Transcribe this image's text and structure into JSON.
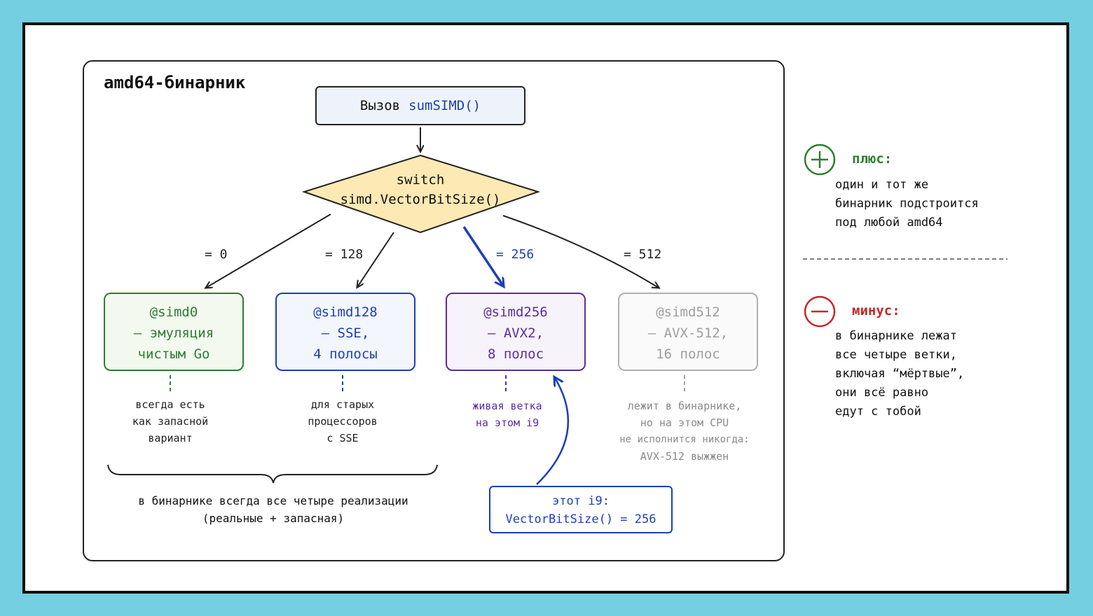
{
  "panel": {
    "title": "amd64-бинарник"
  },
  "call": {
    "prefix": "Вызов",
    "func": "sumSIMD()"
  },
  "switch": {
    "line1": "switch",
    "line2": "simd.VectorBitSize()"
  },
  "edges": [
    "= 0",
    "= 128",
    "= 256",
    "= 512"
  ],
  "nodes": [
    {
      "tag": "@simd0",
      "line2": "– эмуляция",
      "line3": "чистым Go",
      "color": "#2e7d32"
    },
    {
      "tag": "@simd128",
      "line2": "– SSE,",
      "line3": "4 полосы",
      "color": "#1d3fb8"
    },
    {
      "tag": "@simd256",
      "line2": "– AVX2,",
      "line3": "8 полос",
      "color": "#5b2ca0"
    },
    {
      "tag": "@simd512",
      "line2": "– AVX-512,",
      "line3": "16 полос",
      "color": "#9e9e9e"
    }
  ],
  "notes": [
    [
      "всегда есть",
      "как запасной",
      "вариант"
    ],
    [
      "для старых",
      "процессоров",
      "с SSE"
    ],
    [
      "живая ветка",
      "на этом i9"
    ],
    [
      "лежит в бинарнике,",
      "но на этом CPU",
      "не исполнится никогда:",
      "AVX-512 выжжен"
    ]
  ],
  "brace_text": [
    "в бинарнике всегда все четыре реализации",
    "(реальные + запасная)"
  ],
  "i9": {
    "line1": "этот i9:",
    "line2": "VectorBitSize() = 256"
  },
  "side": {
    "plus_icon": "plus-circle-icon",
    "plus_title": "плюс:",
    "plus_lines": [
      "один и тот же",
      "бинарник подстроится",
      "под любой amd64"
    ],
    "minus_icon": "minus-circle-icon",
    "minus_title": "минус:",
    "minus_lines": [
      "в бинарнике лежат",
      "все четыре ветки,",
      "включая “мёртвые”,",
      "они всё равно",
      "едут с тобой"
    ],
    "plus_color": "#2e7d32",
    "minus_color": "#c62828"
  }
}
